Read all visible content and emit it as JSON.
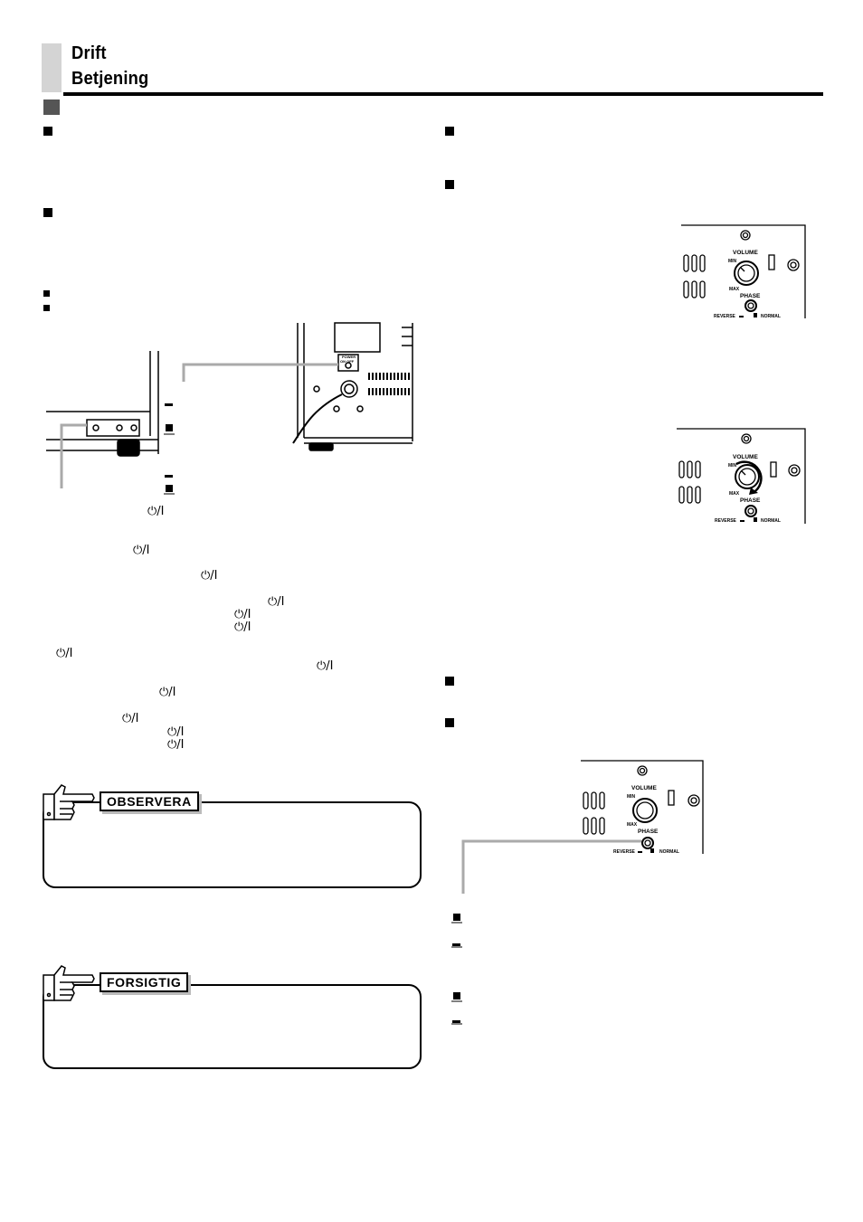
{
  "header": {
    "title_line1": "Drift",
    "title_line2": "Betjening"
  },
  "power_symbol": "⏻/I",
  "notes": {
    "observera_label": "OBSERVERA",
    "forsigtig_label": "FORSIGTIG"
  },
  "subwoofer_panel": {
    "volume": "VOLUME",
    "min": "MIN",
    "max": "MAX",
    "phase": "PHASE",
    "reverse": "REVERSE",
    "normal": "NORMAL"
  },
  "power_switch": {
    "label": "POWER",
    "onoff": "ON  OFF"
  },
  "icons": [
    "square-bullet-icon",
    "power-standby-icon",
    "pointing-hand-icon",
    "switch-up-icon",
    "switch-down-icon"
  ]
}
